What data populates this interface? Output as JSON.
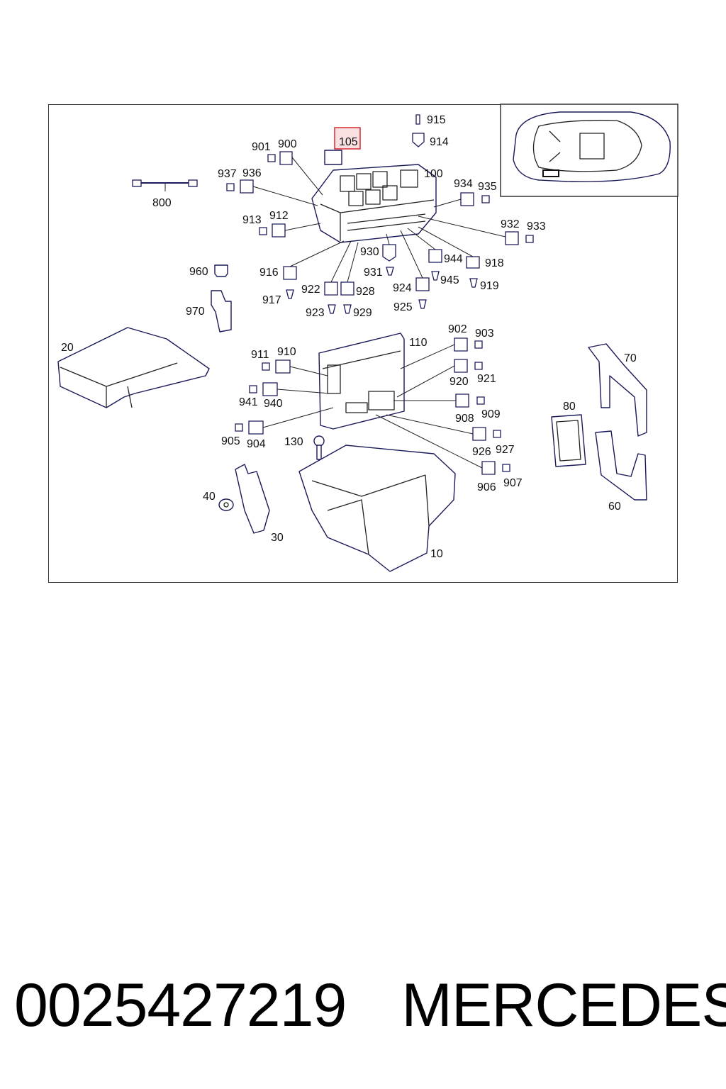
{
  "labels": {
    "l915": "915",
    "l914": "914",
    "l105": "105",
    "l901": "901",
    "l900": "900",
    "l937": "937",
    "l936": "936",
    "l100": "100",
    "l800": "800",
    "l934": "934",
    "l935": "935",
    "l913": "913",
    "l912": "912",
    "l932": "932",
    "l933": "933",
    "l930": "930",
    "l944": "944",
    "l918": "918",
    "l960": "960",
    "l916": "916",
    "l931": "931",
    "l945": "945",
    "l919": "919",
    "l922": "922",
    "l928": "928",
    "l924": "924",
    "l917": "917",
    "l923": "923",
    "l929": "929",
    "l925": "925",
    "l970": "970",
    "l902": "902",
    "l903": "903",
    "l20": "20",
    "l110": "110",
    "l911": "911",
    "l910": "910",
    "l70": "70",
    "l920": "920",
    "l921": "921",
    "l941": "941",
    "l940": "940",
    "l908": "908",
    "l909": "909",
    "l80": "80",
    "l905": "905",
    "l904": "904",
    "l130": "130",
    "l926": "926",
    "l927": "927",
    "l906": "906",
    "l907": "907",
    "l60": "60",
    "l40": "40",
    "l30": "30",
    "l10": "10"
  },
  "highlight": {
    "label": "l105",
    "color": "#d9363e"
  },
  "footer": {
    "part_number": "0025427219",
    "brand": "MERCEDES"
  }
}
